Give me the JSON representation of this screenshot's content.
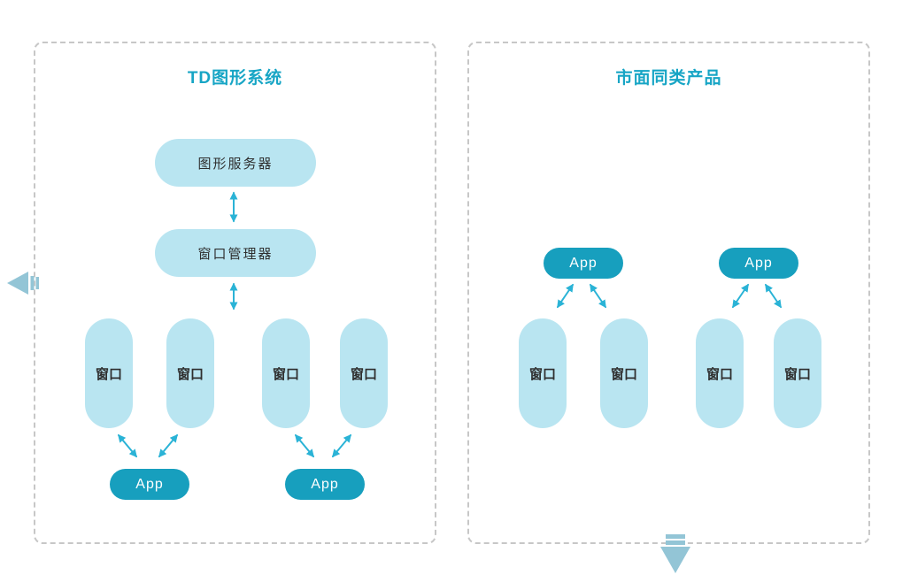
{
  "diagram": {
    "left_panel": {
      "title": "TD图形系统",
      "server_label": "图形服务器",
      "manager_label": "窗口管理器",
      "windows": [
        "窗口",
        "窗口",
        "窗口",
        "窗口"
      ],
      "apps": [
        "App",
        "App"
      ]
    },
    "right_panel": {
      "title": "市面同类产品",
      "windows": [
        "窗口",
        "窗口",
        "窗口",
        "窗口"
      ],
      "apps": [
        "App",
        "App"
      ]
    },
    "icons": {
      "left_nav": "left-double-chevron-arrow",
      "bottom_nav": "down-double-chevron-arrow",
      "connectors": "bidirectional-arrow"
    },
    "colors": {
      "accent_title": "#17a5c5",
      "app_pill": "#179fbe",
      "light_pill": "#b9e5f1",
      "connector_arrow": "#2ab3d6",
      "nav_arrow": "#93c5d6",
      "dashed_border": "#c7c7c7",
      "node_text": "#2f2f2f",
      "app_text": "#ffffff"
    }
  }
}
